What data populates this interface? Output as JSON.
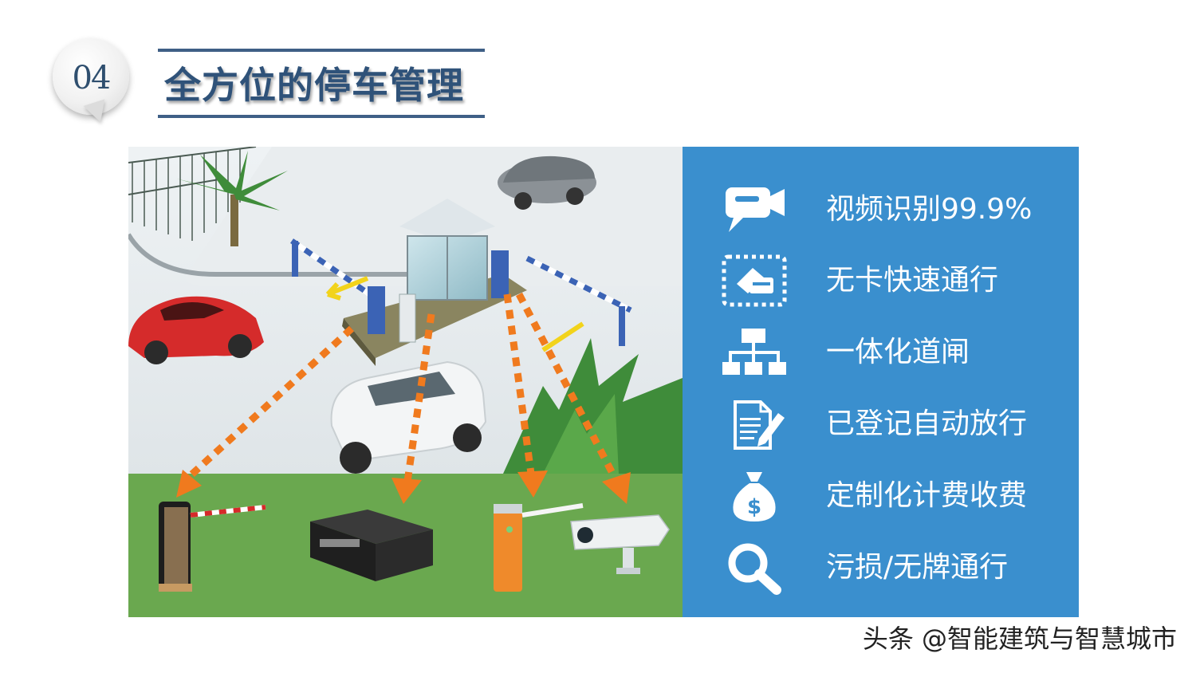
{
  "header": {
    "number": "04",
    "title": "全方位的停车管理"
  },
  "features": [
    {
      "icon": "video-camera-icon",
      "label": "视频识别99.9%"
    },
    {
      "icon": "card-swipe-icon",
      "label": "无卡快速通行"
    },
    {
      "icon": "network-hierarchy-icon",
      "label": "一体化道闸"
    },
    {
      "icon": "document-pen-icon",
      "label": "已登记自动放行"
    },
    {
      "icon": "money-bag-icon",
      "label": "定制化计费收费"
    },
    {
      "icon": "magnifier-icon",
      "label": "污损/无牌通行"
    }
  ],
  "colors": {
    "panel_blue": "#3a8fce",
    "title_blue": "#2f5279",
    "ground_green": "#6aa84f",
    "arrow_orange": "#f07a1e"
  },
  "watermark": "头条 @智能建筑与智慧城市"
}
